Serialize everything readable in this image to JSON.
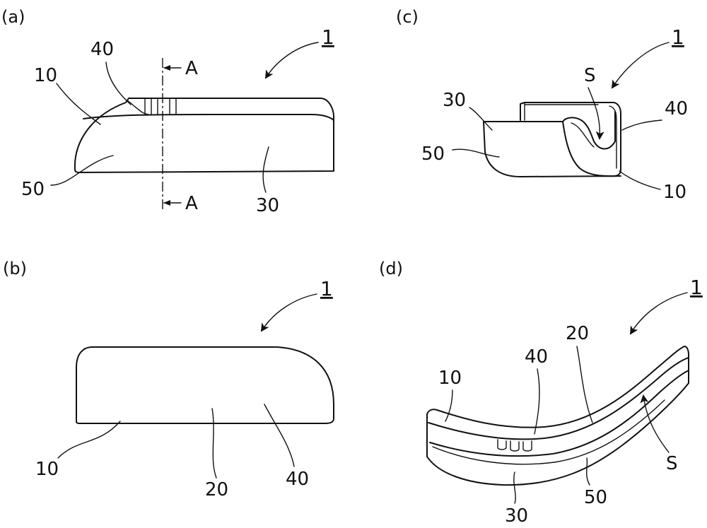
{
  "panels": {
    "a": {
      "label": "(a)",
      "figure_ref": "1",
      "section_mark": "A",
      "callouts": {
        "c10": "10",
        "c40": "40",
        "c50": "50",
        "c30": "30"
      }
    },
    "b": {
      "label": "(b)",
      "figure_ref": "1",
      "callouts": {
        "c10": "10",
        "c20": "20",
        "c40": "40"
      }
    },
    "c": {
      "label": "(c)",
      "figure_ref": "1",
      "callouts": {
        "cS": "S",
        "c30": "30",
        "c40": "40",
        "c50": "50",
        "c10": "10"
      }
    },
    "d": {
      "label": "(d)",
      "figure_ref": "1",
      "callouts": {
        "c10": "10",
        "c20": "20",
        "c40": "40",
        "cS": "S",
        "c50": "50",
        "c30": "30"
      }
    }
  }
}
